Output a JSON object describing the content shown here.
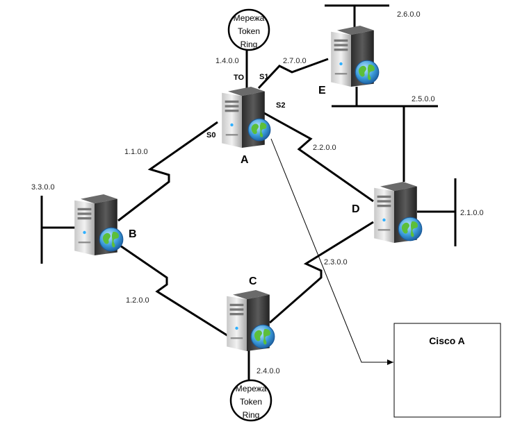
{
  "routers": {
    "a": "A",
    "b": "B",
    "c": "C",
    "d": "D",
    "e": "E"
  },
  "networks": {
    "n_1_1": "1.1.0.0",
    "n_1_2": "1.2.0.0",
    "n_1_4": "1.4.0.0",
    "n_2_1": "2.1.0.0",
    "n_2_2": "2.2.0.0",
    "n_2_3": "2.3.0.0",
    "n_2_4": "2.4.0.0",
    "n_2_5": "2.5.0.0",
    "n_2_6": "2.6.0.0",
    "n_2_7": "2.7.0.0",
    "n_3_3": "3.3.0.0"
  },
  "interfaces": {
    "to": "TO",
    "s0": "S0",
    "s1": "S1",
    "s2": "S2"
  },
  "token_ring": {
    "line1": "Мережа",
    "line2": "Token",
    "line3": "Ring"
  },
  "callout": {
    "title": "Cisco A"
  },
  "icons": [
    "server-icon",
    "globe-icon"
  ]
}
